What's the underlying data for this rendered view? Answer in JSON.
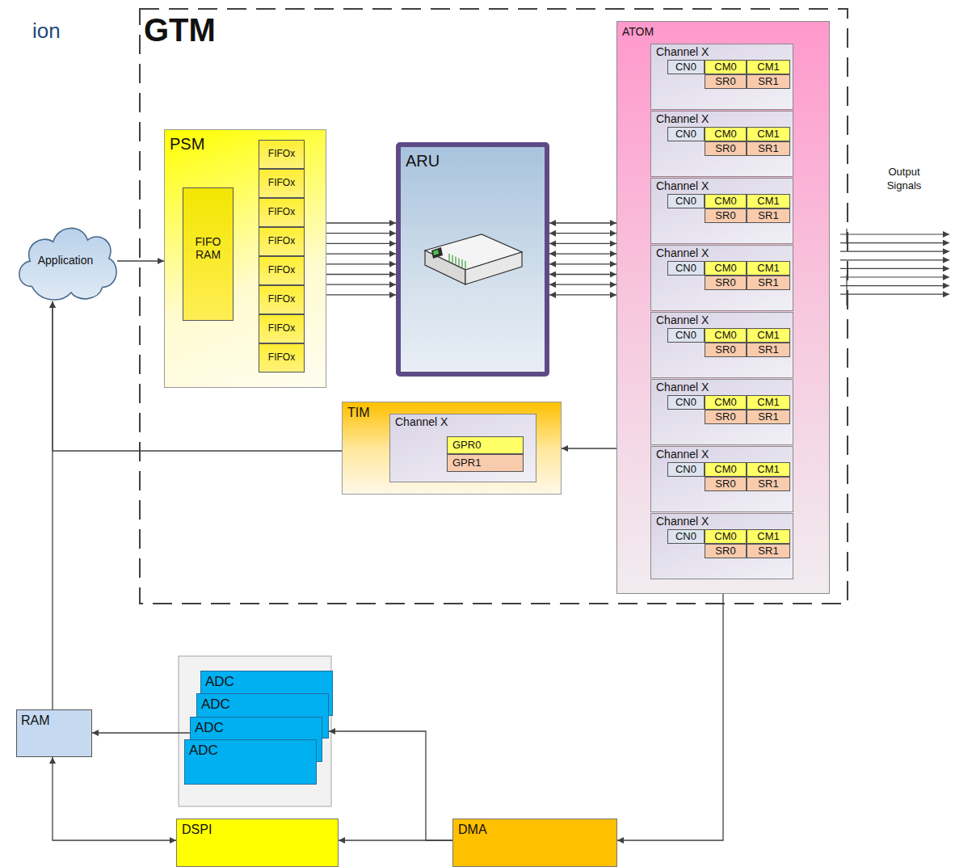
{
  "diagram": {
    "nodes": [
      {
        "text": [
          "GTM"
        ]
      },
      {
        "text": [
          "PSM"
        ],
        "in": 0
      },
      {
        "text": [
          "FIFO RAM"
        ],
        "in": 1
      },
      {
        "text": [
          "FIFOx"
        ],
        "in": 1
      },
      {
        "text": [
          "FIFOx"
        ],
        "in": 1
      },
      {
        "text": [
          "FIFOx"
        ],
        "in": 1
      },
      {
        "text": [
          "FIFOx"
        ],
        "in": 1
      },
      {
        "text": [
          "FIFOx"
        ],
        "in": 1
      },
      {
        "text": [
          "FIFOx"
        ],
        "in": 1
      },
      {
        "text": [
          "FIFOx"
        ],
        "in": 1
      },
      {
        "text": [
          "FIFOx"
        ],
        "in": 1
      },
      {
        "text": [
          "ARU"
        ],
        "in": 0
      },
      {
        "text": [
          "ATOM"
        ],
        "in": 0
      },
      {
        "text": [
          "Channel X"
        ],
        "in": 12
      },
      {
        "text": [
          "CN0"
        ],
        "in": 13
      },
      {
        "text": [
          "CM0"
        ],
        "in": 13
      },
      {
        "text": [
          "CM1"
        ],
        "in": 13
      },
      {
        "text": [
          "SR0"
        ],
        "in": 13
      },
      {
        "text": [
          "SR1"
        ],
        "in": 13
      },
      {
        "text": [
          "Channel X"
        ],
        "in": 12
      },
      {
        "text": [
          "CN0"
        ],
        "in": 19
      },
      {
        "text": [
          "CM0"
        ],
        "in": 19
      },
      {
        "text": [
          "CM1"
        ],
        "in": 19
      },
      {
        "text": [
          "SR0"
        ],
        "in": 19
      },
      {
        "text": [
          "SR1"
        ],
        "in": 19
      },
      {
        "text": [
          "Channel X"
        ],
        "in": 12
      },
      {
        "text": [
          "CN0"
        ],
        "in": 25
      },
      {
        "text": [
          "CM0"
        ],
        "in": 25
      },
      {
        "text": [
          "CM1"
        ],
        "in": 25
      },
      {
        "text": [
          "SR0"
        ],
        "in": 25
      },
      {
        "text": [
          "SR1"
        ],
        "in": 25
      },
      {
        "text": [
          "Channel X"
        ],
        "in": 12
      },
      {
        "text": [
          "CN0"
        ],
        "in": 31
      },
      {
        "text": [
          "CM0"
        ],
        "in": 31
      },
      {
        "text": [
          "CM1"
        ],
        "in": 31
      },
      {
        "text": [
          "SR0"
        ],
        "in": 31
      },
      {
        "text": [
          "SR1"
        ],
        "in": 31
      },
      {
        "text": [
          "Channel X"
        ],
        "in": 12
      },
      {
        "text": [
          "CN0"
        ],
        "in": 37
      },
      {
        "text": [
          "CM0"
        ],
        "in": 37
      },
      {
        "text": [
          "CM1"
        ],
        "in": 37
      },
      {
        "text": [
          "SR0"
        ],
        "in": 37
      },
      {
        "text": [
          "SR1"
        ],
        "in": 37
      },
      {
        "text": [
          "Channel X"
        ],
        "in": 12
      },
      {
        "text": [
          "CN0"
        ],
        "in": 43
      },
      {
        "text": [
          "CM0"
        ],
        "in": 43
      },
      {
        "text": [
          "CM1"
        ],
        "in": 43
      },
      {
        "text": [
          "SR0"
        ],
        "in": 43
      },
      {
        "text": [
          "SR1"
        ],
        "in": 43
      },
      {
        "text": [
          "Channel X"
        ],
        "in": 12
      },
      {
        "text": [
          "CN0"
        ],
        "in": 49
      },
      {
        "text": [
          "CM0"
        ],
        "in": 49
      },
      {
        "text": [
          "CM1"
        ],
        "in": 49
      },
      {
        "text": [
          "SR0"
        ],
        "in": 49
      },
      {
        "text": [
          "SR1"
        ],
        "in": 49
      },
      {
        "text": [
          "Channel X"
        ],
        "in": 12
      },
      {
        "text": [
          "CN0"
        ],
        "in": 55
      },
      {
        "text": [
          "CM0"
        ],
        "in": 55
      },
      {
        "text": [
          "CM1"
        ],
        "in": 55
      },
      {
        "text": [
          "SR0"
        ],
        "in": 55
      },
      {
        "text": [
          "SR1"
        ],
        "in": 55
      },
      {
        "text": [
          "TIM"
        ],
        "in": 0
      },
      {
        "text": [
          "Channel X"
        ],
        "in": 61
      },
      {
        "text": [
          "GPR0"
        ],
        "in": 62
      },
      {
        "text": [
          "GPR1"
        ],
        "in": 62
      },
      {
        "text": [
          "Application"
        ]
      },
      {
        "text": [
          "RAM"
        ]
      },
      {
        "text": [
          "ADC"
        ]
      },
      {
        "text": [
          "ADC"
        ]
      },
      {
        "text": [
          "ADC"
        ]
      },
      {
        "text": [
          "ADC"
        ]
      },
      {
        "text": [
          "DSPI"
        ]
      },
      {
        "text": [
          "DMA"
        ]
      }
    ],
    "edges": [
      {
        "from": 65,
        "to": 1,
        "arrow": "to"
      },
      {
        "from": 1,
        "to": 11,
        "arrow": "to"
      },
      {
        "from": 1,
        "to": 11,
        "arrow": "to"
      },
      {
        "from": 1,
        "to": 11,
        "arrow": "to"
      },
      {
        "from": 1,
        "to": 11,
        "arrow": "to"
      },
      {
        "from": 1,
        "to": 11,
        "arrow": "to"
      },
      {
        "from": 1,
        "to": 11,
        "arrow": "to"
      },
      {
        "from": 1,
        "to": 11,
        "arrow": "to"
      },
      {
        "from": 1,
        "to": 11,
        "arrow": "to"
      },
      {
        "from": 11,
        "to": 12,
        "arrow": "both"
      },
      {
        "from": 11,
        "to": 12,
        "arrow": "both"
      },
      {
        "from": 11,
        "to": 12,
        "arrow": "both"
      },
      {
        "from": 11,
        "to": 12,
        "arrow": "both"
      },
      {
        "from": 11,
        "to": 12,
        "arrow": "both"
      },
      {
        "from": 11,
        "to": 12,
        "arrow": "both"
      },
      {
        "from": 11,
        "to": 12,
        "arrow": "both"
      },
      {
        "from": 11,
        "to": 12,
        "arrow": "both"
      },
      {
        "from": 12,
        "to": 61,
        "arrow": "to"
      },
      {
        "from": 61,
        "to": 65,
        "arrow": "to"
      },
      {
        "from": 66,
        "to": 65,
        "arrow": "to"
      },
      {
        "from": 69,
        "to": 66,
        "arrow": "to"
      },
      {
        "from": 71,
        "to": 66,
        "arrow": "both"
      },
      {
        "from": 12,
        "to": 72,
        "arrow": "to"
      },
      {
        "from": 72,
        "to": 71,
        "arrow": "to"
      },
      {
        "from": 72,
        "to": 68,
        "arrow": "to"
      }
    ],
    "labels": [
      "ion",
      "Output Signals"
    ]
  }
}
